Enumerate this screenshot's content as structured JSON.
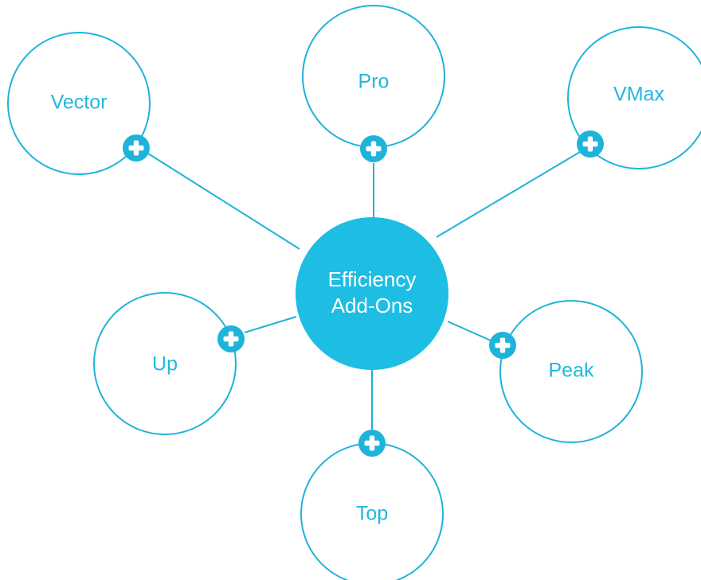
{
  "diagram": {
    "center": {
      "line1": "Efficiency",
      "line2": "Add-Ons"
    },
    "nodes": [
      {
        "label": "Vector"
      },
      {
        "label": "Pro"
      },
      {
        "label": "VMax"
      },
      {
        "label": "Up"
      },
      {
        "label": "Peak"
      },
      {
        "label": "Top"
      }
    ]
  },
  "colors": {
    "accent": "#1eb3da",
    "center_fill": "#1ebde3",
    "label_text": "#21b8de",
    "background": "#ffffff"
  },
  "icons": {
    "expand": "plus-circle-icon"
  }
}
